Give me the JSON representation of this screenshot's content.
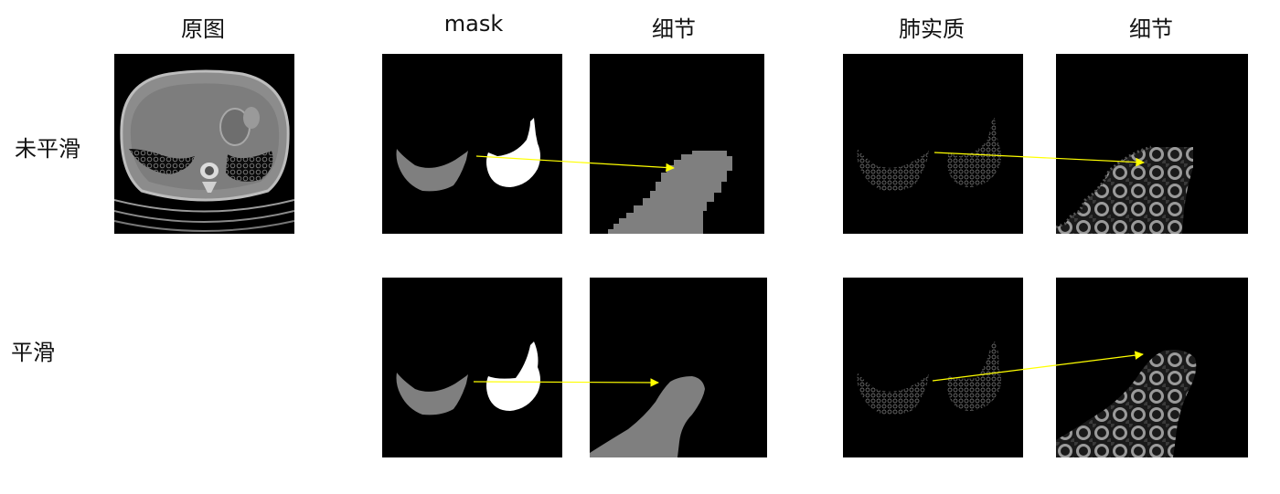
{
  "headers": {
    "original": "原图",
    "mask": "mask",
    "detail_1": "细节",
    "parenchyma": "肺实质",
    "detail_2": "细节"
  },
  "rows": {
    "unsmoothed": "未平滑",
    "smoothed": "平滑"
  },
  "colors": {
    "background": "#000000",
    "left_lung_mask": "#7f7f7f",
    "right_lung_mask": "#ffffff",
    "arrow": "#ffff00",
    "ct_gray": "#8c8c8c"
  }
}
